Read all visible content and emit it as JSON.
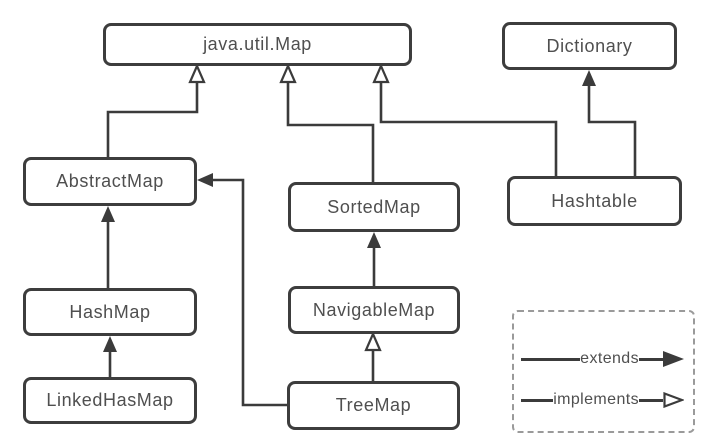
{
  "diagram_type": "java-map-class-hierarchy",
  "nodes": {
    "map": {
      "label": "java.util.Map"
    },
    "dictionary": {
      "label": "Dictionary"
    },
    "abstractmap": {
      "label": "AbstractMap"
    },
    "sortedmap": {
      "label": "SortedMap"
    },
    "hashtable": {
      "label": "Hashtable"
    },
    "hashmap": {
      "label": "HashMap"
    },
    "navigablemap": {
      "label": "NavigableMap"
    },
    "linkedhasmap": {
      "label": "LinkedHasMap"
    },
    "treemap": {
      "label": "TreeMap"
    }
  },
  "edges": [
    {
      "from": "AbstractMap",
      "to": "java.util.Map",
      "type": "implements"
    },
    {
      "from": "SortedMap",
      "to": "java.util.Map",
      "type": "implements"
    },
    {
      "from": "Hashtable",
      "to": "java.util.Map",
      "type": "implements"
    },
    {
      "from": "Hashtable",
      "to": "Dictionary",
      "type": "extends"
    },
    {
      "from": "HashMap",
      "to": "AbstractMap",
      "type": "extends"
    },
    {
      "from": "LinkedHasMap",
      "to": "HashMap",
      "type": "extends"
    },
    {
      "from": "NavigableMap",
      "to": "SortedMap",
      "type": "extends"
    },
    {
      "from": "TreeMap",
      "to": "NavigableMap",
      "type": "implements"
    },
    {
      "from": "TreeMap",
      "to": "AbstractMap",
      "type": "extends"
    }
  ],
  "legend": {
    "extends_label": "extends",
    "implements_label": "implements"
  },
  "colors": {
    "line": "#3b3b3b",
    "box_border": "#3d3d3d",
    "text": "#4f4f4f",
    "legend_border": "#9a9a9a",
    "background": "#ffffff"
  }
}
